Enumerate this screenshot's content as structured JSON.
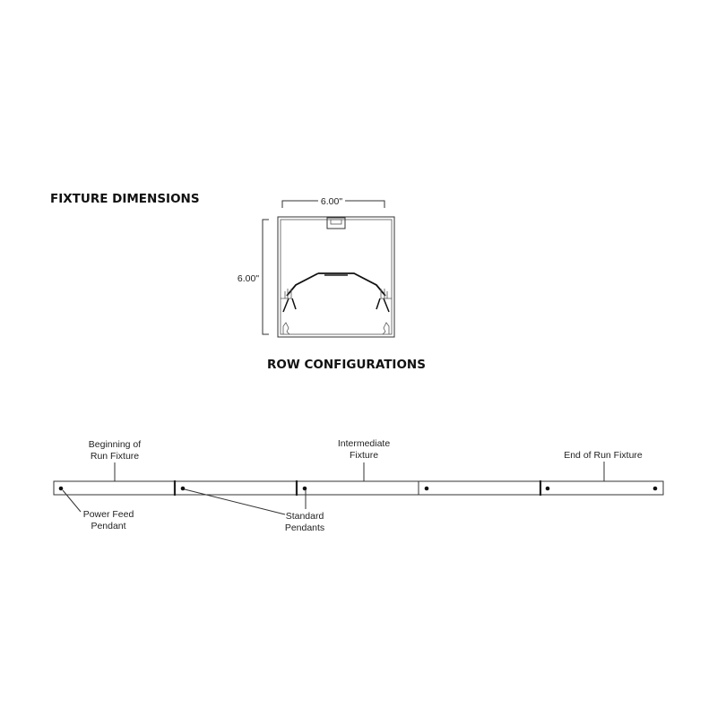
{
  "headings": {
    "fixture_dimensions": "FIXTURE DIMENSIONS",
    "row_configurations": "ROW CONFIGURATIONS"
  },
  "dimensions": {
    "width": "6.00\"",
    "height": "6.00\""
  },
  "row_labels": {
    "beginning_line1": "Beginning of",
    "beginning_line2": "Run Fixture",
    "intermediate_line1": "Intermediate",
    "intermediate_line2": "Fixture",
    "end": "End of Run Fixture",
    "power_feed_line1": "Power Feed",
    "power_feed_line2": "Pendant",
    "standard_line1": "Standard",
    "standard_line2": "Pendants"
  },
  "row": {
    "fixture_count": 5,
    "pendant_count": 6
  }
}
